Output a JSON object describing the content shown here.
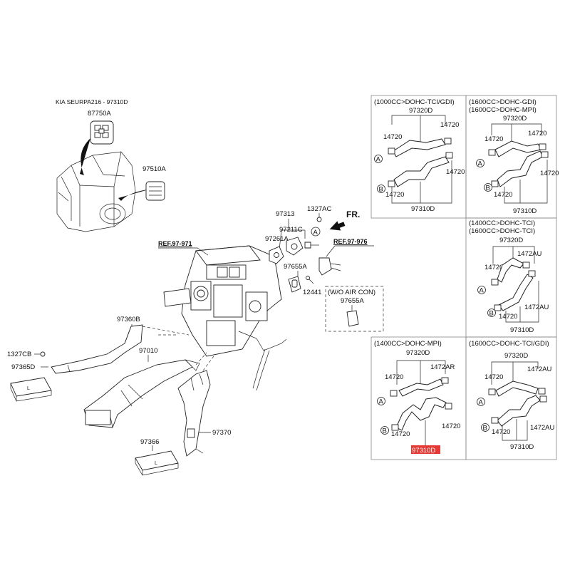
{
  "title": "KIA SEURPA216 - 97310D",
  "colors": {
    "highlight": "#e53935"
  },
  "main_labels": {
    "p87750A": "87750A",
    "p97510A": "97510A",
    "p97313": "97313",
    "p1327AC": "1327AC",
    "p97211C": "97211C",
    "p97261A": "97261A",
    "p97655A": "97655A",
    "p12441": "12441",
    "p97360B": "97360B",
    "p97010": "97010",
    "p1327CB": "1327CB",
    "p97365D": "97365D",
    "p97366": "97366",
    "p97370": "97370",
    "ref971": "REF.97-971",
    "ref976": "REF.97-976",
    "fr": "FR.",
    "circleA": "A",
    "woaircon": "(W/O AIR CON)",
    "woaircon_part": "97655A"
  },
  "variants": [
    {
      "header1": "(1000CC>DOHC-TCI/GDI)",
      "header2": "",
      "top_code": "97320D",
      "bottom_code": "97310D",
      "clamp_tl": "14720",
      "clamp_tr": "14720",
      "clamp_br": "14720",
      "clamp_bl": "14720",
      "a": "A",
      "b": "B",
      "highlight": false
    },
    {
      "header1": "(1600CC>DOHC-GDI)",
      "header2": "(1600CC>DOHC-MPI)",
      "top_code": "97320D",
      "bottom_code": "97310D",
      "clamp_tl": "14720",
      "clamp_tr": "14720",
      "clamp_br": "14720",
      "clamp_bl": "14720",
      "a": "A",
      "b": "B",
      "highlight": false
    },
    {
      "header1": "(1400CC>DOHC-TCI)",
      "header2": "(1600CC>DOHC-TCI)",
      "top_code": "97320D",
      "bottom_code": "97310D",
      "clamp_tl": "14720",
      "clamp_tr": "1472AU",
      "clamp_br": "1472AU",
      "clamp_bl": "14720",
      "a": "A",
      "b": "B",
      "highlight": false
    },
    {
      "header1": "(1400CC>DOHC-MPI)",
      "header2": "",
      "top_code": "97320D",
      "bottom_code": "97310D",
      "clamp_tl": "14720",
      "clamp_tr": "1472AR",
      "clamp_br": "14720",
      "clamp_bl": "14720",
      "a": "A",
      "b": "B",
      "highlight": true
    },
    {
      "header1": "(1600CC>DOHC-TCI/GDI)",
      "header2": "",
      "top_code": "97320D",
      "bottom_code": "97310D",
      "clamp_tl": "14720",
      "clamp_tr": "1472AU",
      "clamp_br": "1472AU",
      "clamp_bl": "14720",
      "a": "A",
      "b": "B",
      "highlight": false
    }
  ]
}
